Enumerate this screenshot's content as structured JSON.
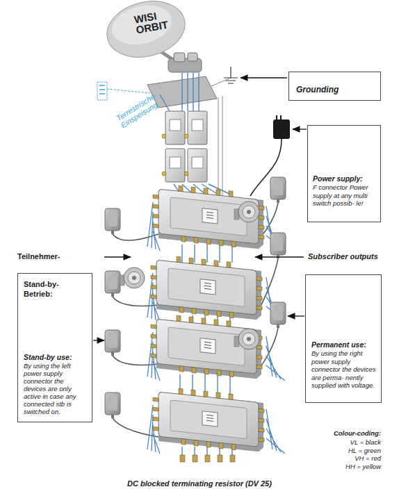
{
  "diagram": {
    "caption": "DC blocked terminating resistor (DV 25)",
    "nodes": [
      {
        "text": [
          "WISI ORBIT"
        ]
      },
      {
        "text": [
          "Grounding"
        ]
      },
      {
        "text": [
          "Power supply:",
          "F connector Power supply at any multi switch possib- le!"
        ]
      },
      {
        "text": [
          "Stand-by- Betrieb:",
          "Stand-by use:",
          "By using the left power supply connector the devices are only active in case any connected stb is switched on."
        ]
      },
      {
        "text": [
          "Permanent use:",
          "By using the right power supply connector the devices are perma- nently supplied with voltage."
        ]
      }
    ],
    "labels": [
      "Terrestrische Einspeisung",
      "Teilnehmer-",
      "Subscriber outputs",
      "Colour-coding:"
    ],
    "legend": [
      {
        "text": "VL = black"
      },
      {
        "text": "HL = green"
      },
      {
        "text": "VH = red"
      },
      {
        "text": "HH = yellow"
      }
    ]
  }
}
